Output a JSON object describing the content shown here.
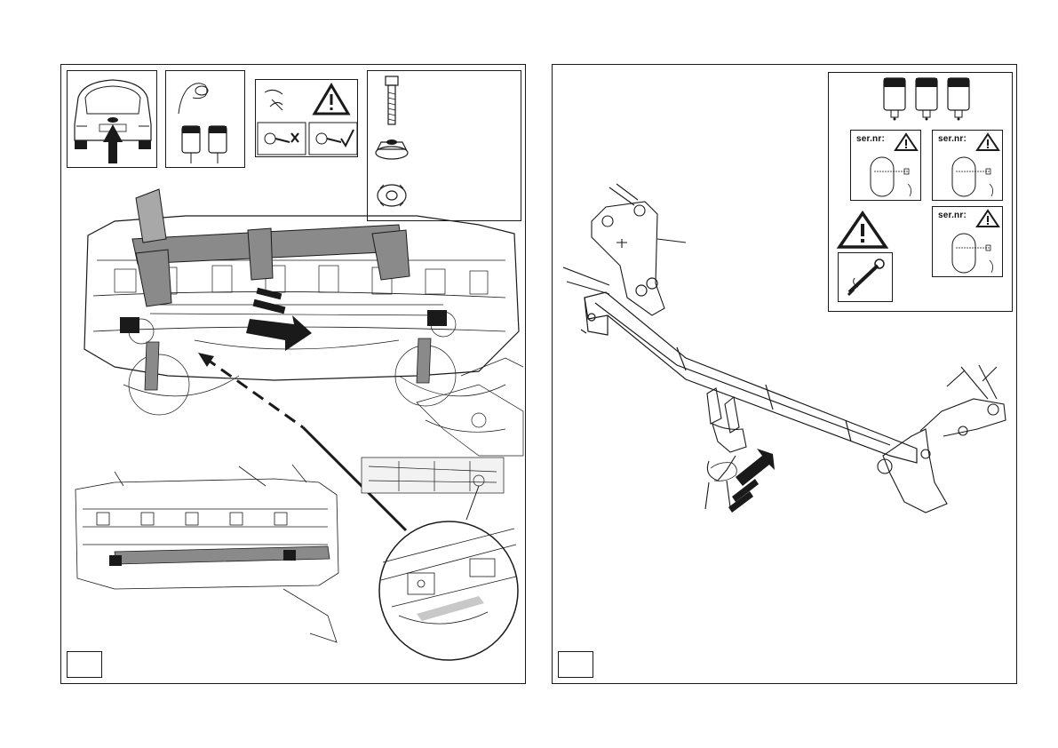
{
  "left_panel": {
    "step_number": "",
    "icons": [
      "car-rear-icon",
      "socket-tool-icon",
      "caution-warning-icon",
      "bolt-icon",
      "flange-nut-icon",
      "washer-icon"
    ]
  },
  "right_panel": {
    "step_number": "",
    "serial_labels": [
      "ser.nr:",
      "ser.nr:",
      "ser.nr:"
    ],
    "icons": [
      "socket-set-icon",
      "warning-triangle-icon",
      "torque-wrench-icon",
      "hand-icon",
      "push-arrow-icon"
    ]
  },
  "colors": {
    "line": "#1a1a1a",
    "shade": "#8a8a8a",
    "light_shade": "#c8c8c8"
  }
}
